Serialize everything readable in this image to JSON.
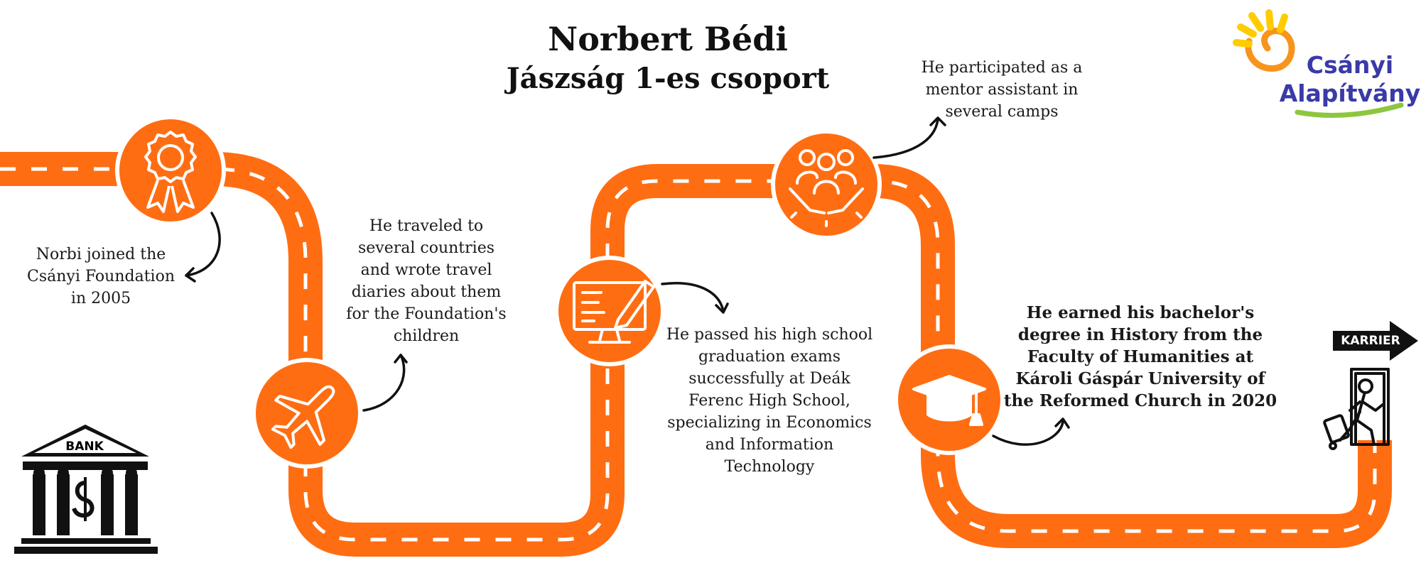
{
  "header": {
    "title": "Norbert Bédi",
    "subtitle": "Jászság 1-es csoport"
  },
  "logo": {
    "line1": "Csányi",
    "line2": "Alapítvány",
    "icon": "sun-spiral-logo-icon"
  },
  "milestones": [
    {
      "icon": "award-ribbon-icon",
      "text": "Norbi joined the Csányi Foundation in 2005",
      "lines": [
        "Norbi joined the",
        "Csányi Foundation",
        "in 2005"
      ]
    },
    {
      "icon": "airplane-icon",
      "text": "He traveled to several countries and wrote travel diaries about them for the Foundation's children",
      "lines": [
        "He traveled to",
        "several countries",
        "and wrote travel",
        "diaries about them",
        "for the Foundation's",
        "children"
      ]
    },
    {
      "icon": "computer-pencil-icon",
      "text": "He passed his high school graduation exams successfully at Deák Ferenc High School, specializing in Economics and Information Technology",
      "lines": [
        "He passed his high school",
        "graduation exams",
        "successfully at Deák",
        "Ferenc High School,",
        "specializing in Economics",
        "and Information",
        "Technology"
      ]
    },
    {
      "icon": "community-hands-icon",
      "text": "He participated as a mentor assistant in several camps",
      "lines": [
        "He participated as a",
        "mentor assistant in",
        "several camps"
      ]
    },
    {
      "icon": "graduation-cap-icon",
      "text": "He earned his bachelor's degree in History from the Faculty of Humanities at Károli Gáspár University of the Reformed Church in 2020",
      "lines": [
        "He earned his bachelor's",
        "degree in History from the",
        "Faculty of Humanities at",
        "Károli Gáspár University of",
        "the Reformed Church in 2020"
      ]
    }
  ],
  "start": {
    "label": "BANK",
    "symbol": "$",
    "icon": "bank-building-icon"
  },
  "end": {
    "label": "KARRIER",
    "icon": "exit-door-traveler-icon"
  },
  "colors": {
    "road": "#ff6d12",
    "circle_border": "#ffffff",
    "text": "#111111",
    "logo_blue": "#3a3aa8",
    "logo_orange": "#f7941d",
    "logo_yellow": "#ffcc00",
    "logo_green": "#8dc63f"
  }
}
